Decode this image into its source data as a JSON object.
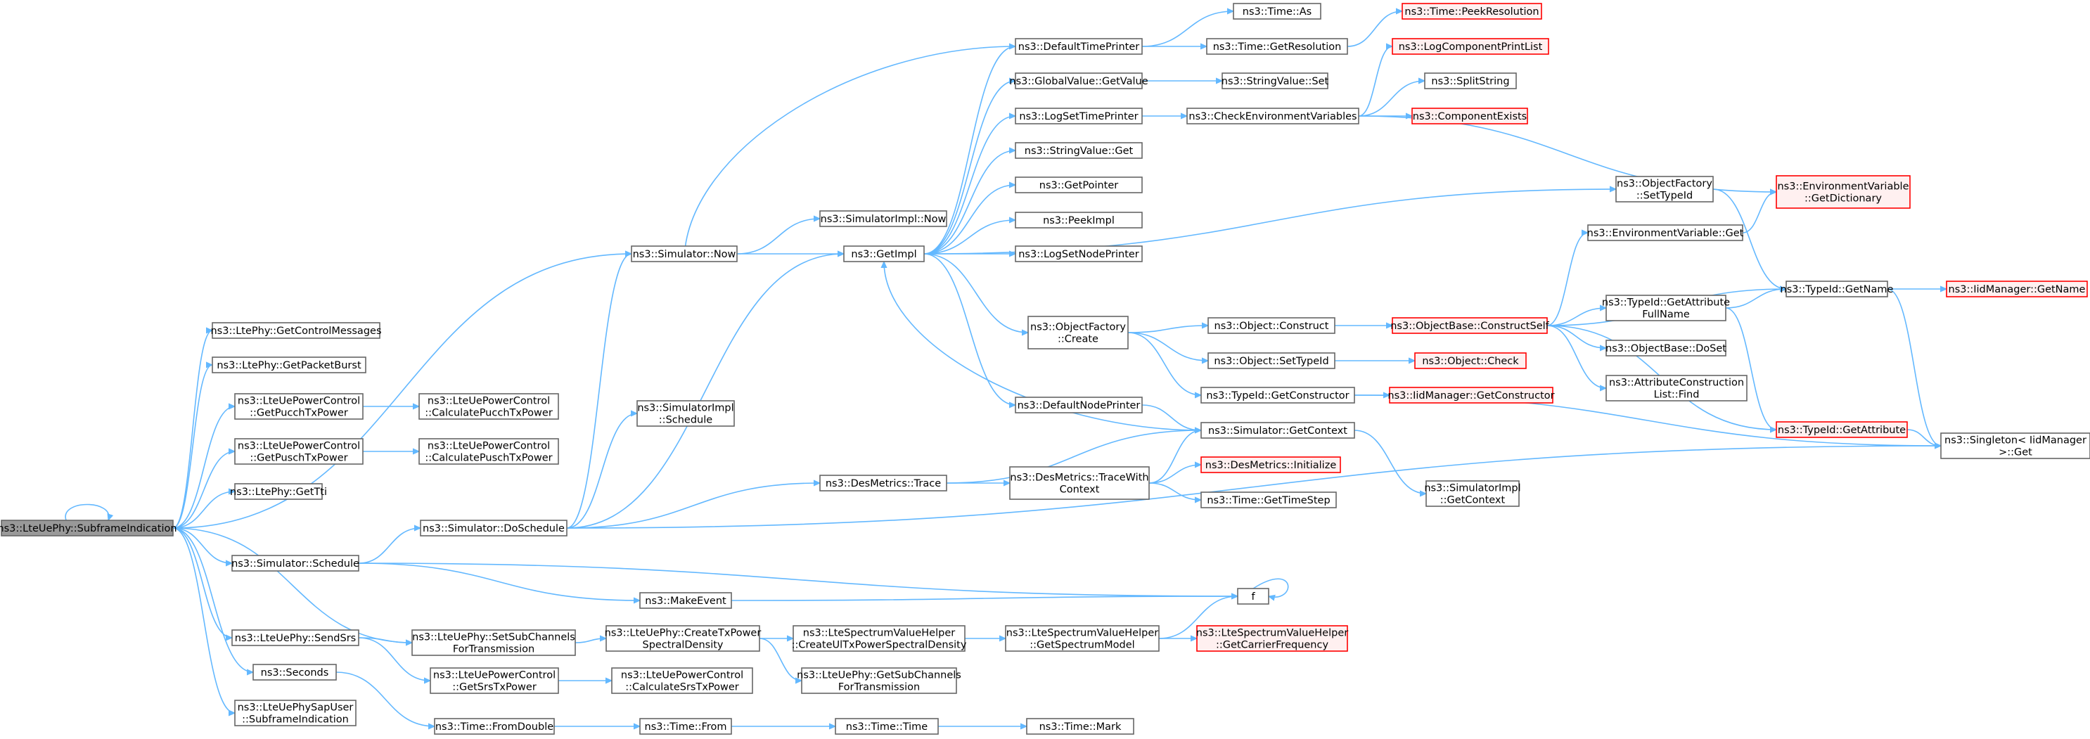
{
  "nodes": [
    {
      "id": "root",
      "lines": [
        "ns3::LteUePhy::SubframeIndication"
      ],
      "style": "root"
    },
    {
      "id": "getctrl",
      "lines": [
        "ns3::LtePhy::GetControlMessages"
      ]
    },
    {
      "id": "getpb",
      "lines": [
        "ns3::LtePhy::GetPacketBurst"
      ]
    },
    {
      "id": "pucch",
      "lines": [
        "ns3::LteUePowerControl",
        "::GetPucchTxPower"
      ]
    },
    {
      "id": "pusch",
      "lines": [
        "ns3::LteUePowerControl",
        "::GetPuschTxPower"
      ]
    },
    {
      "id": "gettti",
      "lines": [
        "ns3::LtePhy::GetTti"
      ]
    },
    {
      "id": "schedule",
      "lines": [
        "ns3::Simulator::Schedule"
      ]
    },
    {
      "id": "sendsrs",
      "lines": [
        "ns3::LteUePhy::SendSrs"
      ]
    },
    {
      "id": "seconds",
      "lines": [
        "ns3::Seconds"
      ]
    },
    {
      "id": "sapuser",
      "lines": [
        "ns3::LteUePhySapUser",
        "::SubframeIndication"
      ]
    },
    {
      "id": "calcpucch",
      "lines": [
        "ns3::LteUePowerControl",
        "::CalculatePucchTxPower"
      ]
    },
    {
      "id": "calcpusch",
      "lines": [
        "ns3::LteUePowerControl",
        "::CalculatePuschTxPower"
      ]
    },
    {
      "id": "now",
      "lines": [
        "ns3::Simulator::Now"
      ]
    },
    {
      "id": "implsched",
      "lines": [
        "ns3::SimulatorImpl",
        "::Schedule"
      ]
    },
    {
      "id": "dosched",
      "lines": [
        "ns3::Simulator::DoSchedule"
      ]
    },
    {
      "id": "setsub",
      "lines": [
        "ns3::LteUePhy::SetSubChannels",
        "ForTransmission"
      ]
    },
    {
      "id": "getsrs",
      "lines": [
        "ns3::LteUePowerControl",
        "::GetSrsTxPower"
      ]
    },
    {
      "id": "fromdouble",
      "lines": [
        "ns3::Time::FromDouble"
      ]
    },
    {
      "id": "implnow",
      "lines": [
        "ns3::SimulatorImpl::Now"
      ]
    },
    {
      "id": "getimpl",
      "lines": [
        "ns3::GetImpl"
      ]
    },
    {
      "id": "trace",
      "lines": [
        "ns3::DesMetrics::Trace"
      ]
    },
    {
      "id": "makeevent",
      "lines": [
        "ns3::MakeEvent"
      ]
    },
    {
      "id": "createtx",
      "lines": [
        "ns3::LteUePhy::CreateTxPower",
        "SpectralDensity"
      ]
    },
    {
      "id": "calcsrs",
      "lines": [
        "ns3::LteUePowerControl",
        "::CalculateSrsTxPower"
      ]
    },
    {
      "id": "from",
      "lines": [
        "ns3::Time::From"
      ]
    },
    {
      "id": "dtp",
      "lines": [
        "ns3::DefaultTimePrinter"
      ]
    },
    {
      "id": "gvget",
      "lines": [
        "ns3::GlobalValue::GetValue"
      ]
    },
    {
      "id": "logtp",
      "lines": [
        "ns3::LogSetTimePrinter"
      ]
    },
    {
      "id": "svget",
      "lines": [
        "ns3::StringValue::Get"
      ]
    },
    {
      "id": "getptr",
      "lines": [
        "ns3::GetPointer"
      ]
    },
    {
      "id": "peekimpl",
      "lines": [
        "ns3::PeekImpl"
      ]
    },
    {
      "id": "lognode",
      "lines": [
        "ns3::LogSetNodePrinter"
      ]
    },
    {
      "id": "ofcreate",
      "lines": [
        "ns3::ObjectFactory",
        "::Create"
      ]
    },
    {
      "id": "dnp",
      "lines": [
        "ns3::DefaultNodePrinter"
      ]
    },
    {
      "id": "tracewith",
      "lines": [
        "ns3::DesMetrics::TraceWith",
        "Context"
      ]
    },
    {
      "id": "ulpsd",
      "lines": [
        "ns3::LteSpectrumValueHelper",
        "::CreateUlTxPowerSpectralDensity"
      ]
    },
    {
      "id": "getsub",
      "lines": [
        "ns3::LteUePhy::GetSubChannels",
        "ForTransmission"
      ]
    },
    {
      "id": "time",
      "lines": [
        "ns3::Time::Time"
      ]
    },
    {
      "id": "timeas",
      "lines": [
        "ns3::Time::As"
      ]
    },
    {
      "id": "getres",
      "lines": [
        "ns3::Time::GetResolution"
      ]
    },
    {
      "id": "svset",
      "lines": [
        "ns3::StringValue::Set"
      ]
    },
    {
      "id": "checkenv",
      "lines": [
        "ns3::CheckEnvironmentVariables"
      ]
    },
    {
      "id": "objconstruct",
      "lines": [
        "ns3::Object::Construct"
      ]
    },
    {
      "id": "objsettype",
      "lines": [
        "ns3::Object::SetTypeId"
      ]
    },
    {
      "id": "typegetctor",
      "lines": [
        "ns3::TypeId::GetConstructor"
      ]
    },
    {
      "id": "simgetctx",
      "lines": [
        "ns3::Simulator::GetContext"
      ]
    },
    {
      "id": "dminit",
      "lines": [
        "ns3::DesMetrics::Initialize"
      ],
      "style": "red"
    },
    {
      "id": "gettimestep",
      "lines": [
        "ns3::Time::GetTimeStep"
      ]
    },
    {
      "id": "getspecmodel",
      "lines": [
        "ns3::LteSpectrumValueHelper",
        "::GetSpectrumModel"
      ]
    },
    {
      "id": "timemark",
      "lines": [
        "ns3::Time::Mark"
      ]
    },
    {
      "id": "peekres",
      "lines": [
        "ns3::Time::PeekResolution"
      ],
      "style": "red"
    },
    {
      "id": "logcomp",
      "lines": [
        "ns3::LogComponentPrintList"
      ],
      "style": "red"
    },
    {
      "id": "splitstr",
      "lines": [
        "ns3::SplitString"
      ]
    },
    {
      "id": "compexists",
      "lines": [
        "ns3::ComponentExists"
      ],
      "style": "red"
    },
    {
      "id": "ofsettype",
      "lines": [
        "ns3::ObjectFactory",
        "::SetTypeId"
      ]
    },
    {
      "id": "envget",
      "lines": [
        "ns3::EnvironmentVariable::Get"
      ]
    },
    {
      "id": "obconstructself",
      "lines": [
        "ns3::ObjectBase::ConstructSelf"
      ],
      "style": "red"
    },
    {
      "id": "objcheck",
      "lines": [
        "ns3::Object::Check"
      ],
      "style": "red"
    },
    {
      "id": "iidgetctor",
      "lines": [
        "ns3::IidManager::GetConstructor"
      ],
      "style": "red"
    },
    {
      "id": "implgetctx",
      "lines": [
        "ns3::SimulatorImpl",
        "::GetContext"
      ]
    },
    {
      "id": "getcarrier",
      "lines": [
        "ns3::LteSpectrumValueHelper",
        "::GetCarrierFrequency"
      ],
      "style": "red"
    },
    {
      "id": "f",
      "lines": [
        "f"
      ]
    },
    {
      "id": "envdict",
      "lines": [
        "ns3::EnvironmentVariable",
        "::GetDictionary"
      ],
      "style": "red"
    },
    {
      "id": "typegetname",
      "lines": [
        "ns3::TypeId::GetName"
      ]
    },
    {
      "id": "typegetattrfull",
      "lines": [
        "ns3::TypeId::GetAttribute",
        "FullName"
      ]
    },
    {
      "id": "obdoconstruct",
      "lines": [
        "ns3::ObjectBase::DoSet"
      ]
    },
    {
      "id": "attrfind",
      "lines": [
        "ns3::AttributeConstruction",
        "List::Find"
      ]
    },
    {
      "id": "typegetattr",
      "lines": [
        "ns3::TypeId::GetAttribute"
      ],
      "style": "red"
    },
    {
      "id": "iidgetname",
      "lines": [
        "ns3::IidManager::GetName"
      ],
      "style": "red"
    },
    {
      "id": "singleton",
      "lines": [
        "ns3::Singleton< IidManager",
        " >::Get"
      ]
    }
  ],
  "edges": [
    [
      "root",
      "root"
    ],
    [
      "root",
      "getctrl"
    ],
    [
      "root",
      "getpb"
    ],
    [
      "root",
      "pucch"
    ],
    [
      "root",
      "pusch"
    ],
    [
      "root",
      "gettti"
    ],
    [
      "root",
      "now"
    ],
    [
      "root",
      "schedule"
    ],
    [
      "root",
      "sendsrs"
    ],
    [
      "root",
      "seconds"
    ],
    [
      "root",
      "sapuser"
    ],
    [
      "root",
      "setsub"
    ],
    [
      "pucch",
      "calcpucch"
    ],
    [
      "pusch",
      "calcpusch"
    ],
    [
      "schedule",
      "dosched"
    ],
    [
      "schedule",
      "makeevent"
    ],
    [
      "schedule",
      "f"
    ],
    [
      "sendsrs",
      "setsub"
    ],
    [
      "sendsrs",
      "getsrs"
    ],
    [
      "seconds",
      "fromdouble"
    ],
    [
      "now",
      "implnow"
    ],
    [
      "now",
      "getimpl"
    ],
    [
      "dosched",
      "implsched"
    ],
    [
      "dosched",
      "now"
    ],
    [
      "dosched",
      "getimpl"
    ],
    [
      "dosched",
      "trace"
    ],
    [
      "dosched",
      "singleton"
    ],
    [
      "setsub",
      "createtx"
    ],
    [
      "getsrs",
      "calcsrs"
    ],
    [
      "fromdouble",
      "from"
    ],
    [
      "getimpl",
      "dtp"
    ],
    [
      "getimpl",
      "gvget"
    ],
    [
      "getimpl",
      "logtp"
    ],
    [
      "getimpl",
      "svget"
    ],
    [
      "getimpl",
      "getptr"
    ],
    [
      "getimpl",
      "peekimpl"
    ],
    [
      "getimpl",
      "lognode"
    ],
    [
      "getimpl",
      "ofcreate"
    ],
    [
      "getimpl",
      "dnp"
    ],
    [
      "getimpl",
      "ofsettype"
    ],
    [
      "dtp",
      "now"
    ],
    [
      "dtp",
      "timeas"
    ],
    [
      "dtp",
      "getres"
    ],
    [
      "gvget",
      "svset"
    ],
    [
      "logtp",
      "checkenv"
    ],
    [
      "ofcreate",
      "objconstruct"
    ],
    [
      "ofcreate",
      "objsettype"
    ],
    [
      "ofcreate",
      "typegetctor"
    ],
    [
      "dnp",
      "simgetctx"
    ],
    [
      "trace",
      "simgetctx"
    ],
    [
      "trace",
      "tracewith"
    ],
    [
      "tracewith",
      "simgetctx"
    ],
    [
      "tracewith",
      "dminit"
    ],
    [
      "tracewith",
      "gettimestep"
    ],
    [
      "makeevent",
      "f"
    ],
    [
      "f",
      "f"
    ],
    [
      "createtx",
      "ulpsd"
    ],
    [
      "createtx",
      "getsub"
    ],
    [
      "ulpsd",
      "getspecmodel"
    ],
    [
      "getspecmodel",
      "getcarrier"
    ],
    [
      "getspecmodel",
      "f"
    ],
    [
      "from",
      "time"
    ],
    [
      "time",
      "timemark"
    ],
    [
      "getres",
      "peekres"
    ],
    [
      "checkenv",
      "logcomp"
    ],
    [
      "checkenv",
      "splitstr"
    ],
    [
      "checkenv",
      "compexists"
    ],
    [
      "checkenv",
      "envdict"
    ],
    [
      "objconstruct",
      "obconstructself"
    ],
    [
      "objsettype",
      "objcheck"
    ],
    [
      "typegetctor",
      "iidgetctor"
    ],
    [
      "typegetctor",
      "singleton"
    ],
    [
      "simgetctx",
      "getimpl"
    ],
    [
      "simgetctx",
      "implgetctx"
    ],
    [
      "obconstructself",
      "envget"
    ],
    [
      "obconstructself",
      "typegetname"
    ],
    [
      "obconstructself",
      "typegetattrfull"
    ],
    [
      "obconstructself",
      "obdoconstruct"
    ],
    [
      "obconstructself",
      "attrfind"
    ],
    [
      "obconstructself",
      "typegetattr"
    ],
    [
      "ofsettype",
      "typegetname"
    ],
    [
      "envget",
      "envdict"
    ],
    [
      "typegetname",
      "iidgetname"
    ],
    [
      "typegetname",
      "singleton"
    ],
    [
      "typegetattrfull",
      "typegetname"
    ],
    [
      "typegetattrfull",
      "typegetattr"
    ],
    [
      "typegetattr",
      "singleton"
    ]
  ]
}
